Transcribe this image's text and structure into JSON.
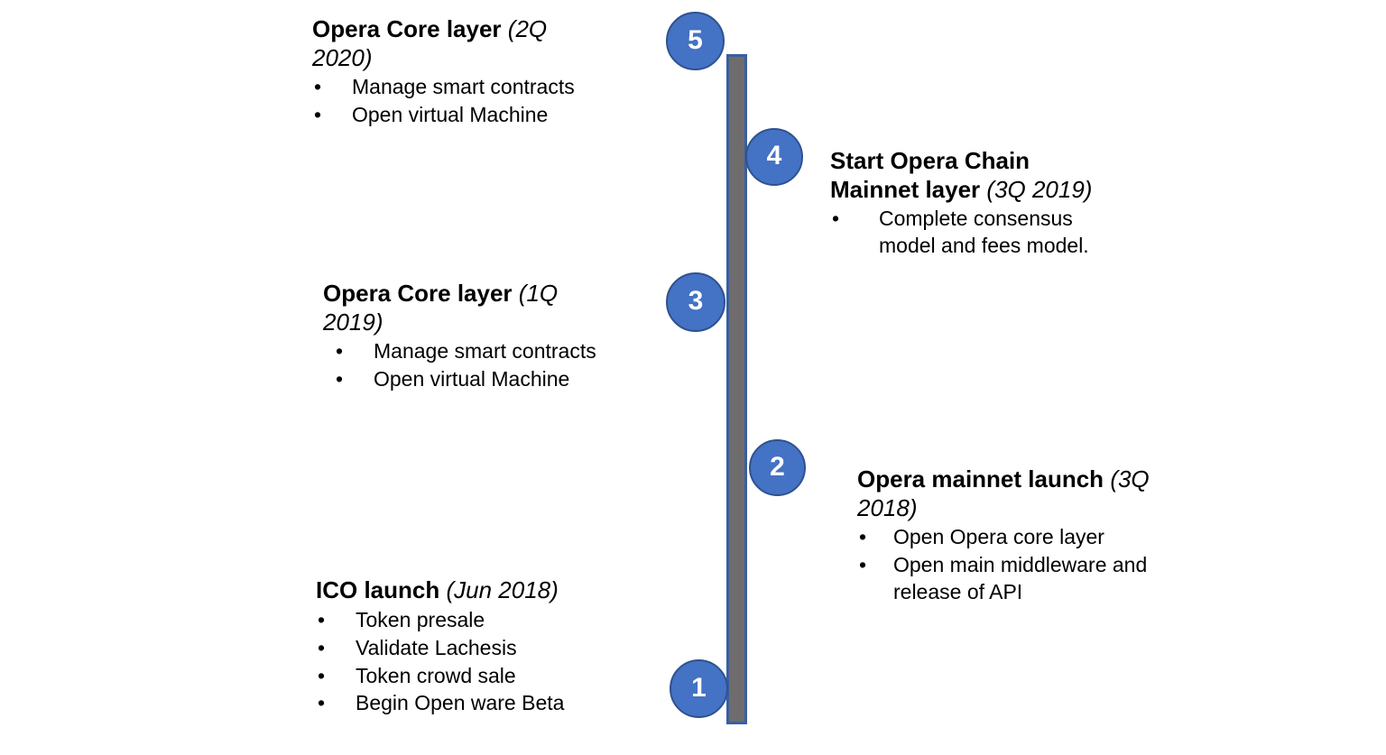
{
  "diagram": {
    "type": "vertical-timeline",
    "title": "",
    "colors": {
      "marker_fill": "#4472C4",
      "marker_border": "#2F528F",
      "marker_text": "#FFFFFF",
      "bar_fill": "#6F6C6D",
      "bar_border": "#3A5FA0",
      "background": "#FFFFFF",
      "text": "#000000"
    },
    "milestones": [
      {
        "number": "1",
        "side": "left",
        "title": "ICO launch",
        "date": "(Jun 2018)",
        "bullets": [
          "Token presale",
          "Validate Lachesis",
          "Token crowd sale",
          "Begin Open ware Beta"
        ]
      },
      {
        "number": "2",
        "side": "right",
        "title": "Opera mainnet launch",
        "date": "(3Q 2018)",
        "bullets": [
          "Open Opera core layer",
          "Open main middleware and release of API"
        ]
      },
      {
        "number": "3",
        "side": "left",
        "title": "Opera Core layer",
        "date": "(1Q 2019)",
        "bullets": [
          "Manage smart contracts",
          "Open virtual Machine"
        ]
      },
      {
        "number": "4",
        "side": "right",
        "title": "Start Opera Chain Mainnet layer",
        "date": "(3Q 2019)",
        "bullets": [
          "Complete consensus model and fees model."
        ]
      },
      {
        "number": "5",
        "side": "left",
        "title": "Opera Core layer",
        "date": "(2Q 2020)",
        "bullets": [
          "Manage smart contracts",
          "Open virtual Machine"
        ]
      }
    ]
  }
}
